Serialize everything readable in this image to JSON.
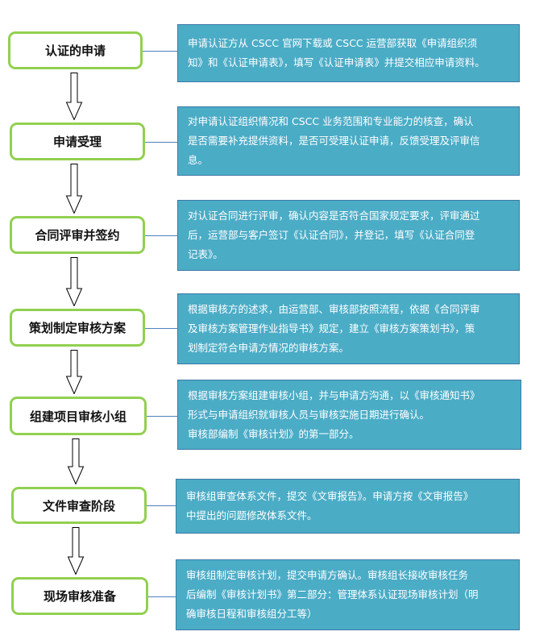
{
  "steps": [
    {
      "title": "认证的申请",
      "desc": [
        "申请认证方从 CSCC 官网下载或 CSCC 运营部获取《申请组织须",
        "知》和《认证申请表》，填写《认证申请表》并提交相应申请资料。"
      ]
    },
    {
      "title": "申请受理",
      "desc": [
        "对申请认证组织情况和 CSCC 业务范围和专业能力的核查，确认",
        "是否需要补充提供资料，是否可受理认证申请，反馈受理及评审信",
        "息。"
      ]
    },
    {
      "title": "合同评审并签约",
      "desc": [
        "对认证合同进行评审，确认内容是否符合国家规定要求，评审通过",
        "后，运营部与客户签订《认证合同》，并登记，填写《认证合同登",
        "记表》。"
      ]
    },
    {
      "title": "策划制定审核方案",
      "desc": [
        "根据审核方的述求，由运营部、审核部按照流程，依据《合同评审",
        "及审核方案管理作业指导书》规定，建立《审核方案策划书》，策",
        "划制定符合申请方情况的审核方案。"
      ]
    },
    {
      "title": "组建项目审核小组",
      "desc": [
        "根据审核方案组建审核小组，并与申请方沟通，以《审核通知书》",
        "形式与申请组织就审核人员与审核实施日期进行确认。",
        "审核部编制《审核计划》的第一部分。"
      ]
    },
    {
      "title": "文件审查阶段",
      "desc": [
        "审核组审查体系文件，提交《文审报告》。申请方按《文审报告》",
        "中提出的问题修改体系文件。"
      ]
    },
    {
      "title": "现场审核准备",
      "desc": [
        "审核组制定审核计划，提交申请方确认。审核组长接收审核任务",
        "后编制《审核计划书》第二部分：管理体系认证现场审核计划（明",
        "确审核日程和审核组分工等）"
      ]
    }
  ],
  "colors": {
    "step_border": "#92d050",
    "desc_bg": "#4bacc6",
    "connector": "#4f81bd"
  }
}
